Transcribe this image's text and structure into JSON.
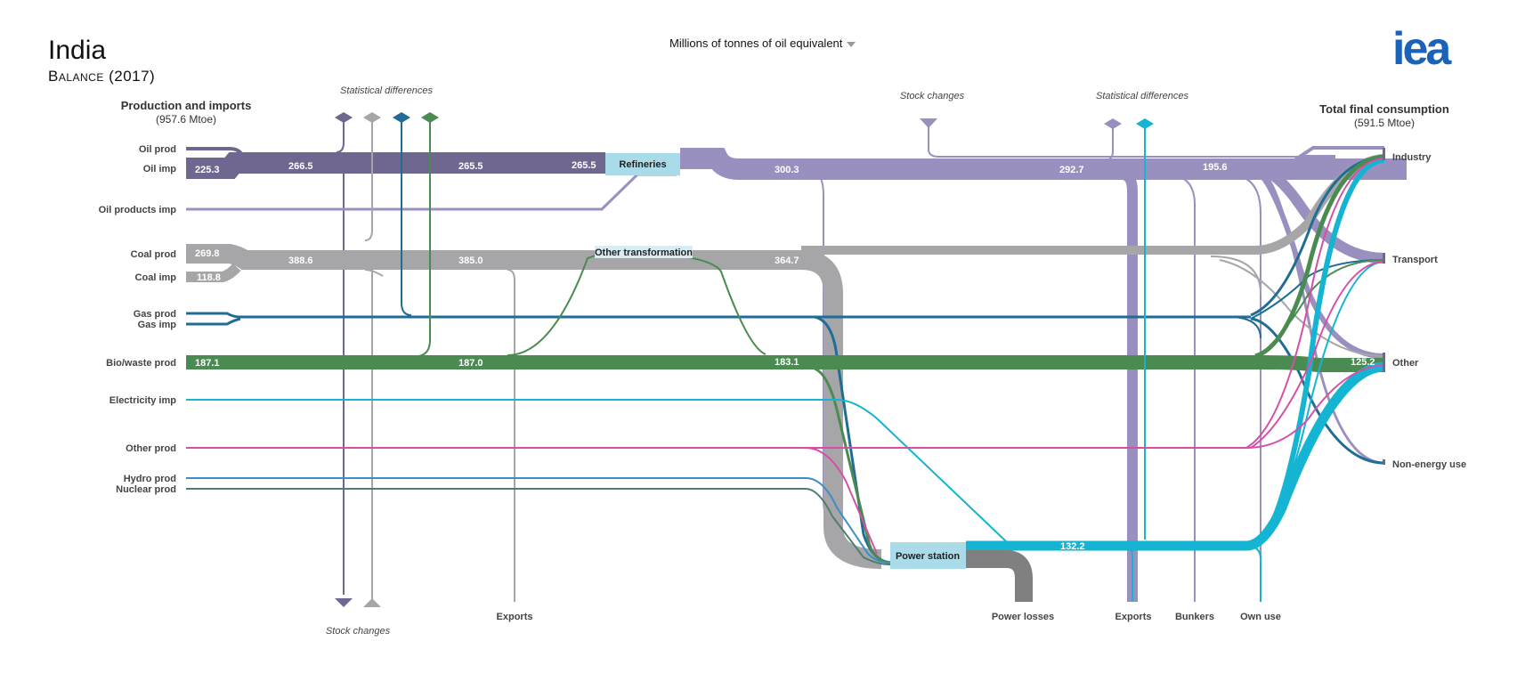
{
  "header": {
    "title": "India",
    "subtitle": "Balance (2017)",
    "unit_selector": "Millions of tonnes of oil equivalent",
    "logo_text": "iea"
  },
  "colors": {
    "oil": "#6f6790",
    "oil_light": "#9187b5",
    "oil_products": "#9a90bf",
    "coal": "#a6a6a8",
    "gas": "#1f6d96",
    "bio": "#4a8b51",
    "electricity": "#14b4d2",
    "other": "#d64fa6",
    "hydro": "#3a8fc4",
    "nuclear": "#4f7e6f",
    "power_loss": "#808080",
    "node_fill": "#aadbe8"
  },
  "left_panel": {
    "heading": "Production and imports",
    "total": "(957.6 Mtoe)",
    "sources": [
      {
        "id": "oil-prod",
        "label": "Oil prod"
      },
      {
        "id": "oil-imp",
        "label": "Oil imp"
      },
      {
        "id": "oil-products-imp",
        "label": "Oil products imp"
      },
      {
        "id": "coal-prod",
        "label": "Coal prod"
      },
      {
        "id": "coal-imp",
        "label": "Coal imp"
      },
      {
        "id": "gas-prod",
        "label": "Gas prod"
      },
      {
        "id": "gas-imp",
        "label": "Gas imp"
      },
      {
        "id": "bio-prod",
        "label": "Bio/waste prod"
      },
      {
        "id": "electricity-imp",
        "label": "Electricity imp"
      },
      {
        "id": "other-prod",
        "label": "Other prod"
      },
      {
        "id": "hydro-prod",
        "label": "Hydro prod"
      },
      {
        "id": "nuclear-prod",
        "label": "Nuclear prod"
      }
    ]
  },
  "right_panel": {
    "heading": "Total final consumption",
    "total": "(591.5 Mtoe)",
    "sinks": [
      {
        "id": "industry",
        "label": "Industry"
      },
      {
        "id": "transport",
        "label": "Transport"
      },
      {
        "id": "other",
        "label": "Other"
      },
      {
        "id": "non-energy-use",
        "label": "Non-energy use"
      }
    ]
  },
  "nodes": {
    "refineries": "Refineries",
    "other_transformation": "Other transformation",
    "power_station": "Power station"
  },
  "annotations": {
    "statistical_differences_left": "Statistical differences",
    "stock_changes_bottom": "Stock changes",
    "stock_changes_top": "Stock  changes",
    "statistical_differences_right": "Statistical differences",
    "exports_coal": "Exports",
    "power_losses": "Power losses",
    "exports_oil": "Exports",
    "bunkers": "Bunkers",
    "own_use": "Own use"
  },
  "flow_values": {
    "oil_imp": "225.3",
    "oil_1": "266.5",
    "oil_2": "265.5",
    "oil_3": "265.5",
    "oil_products_1": "300.3",
    "oil_products_2": "292.7",
    "oil_products_3": "195.6",
    "coal_prod": "269.8",
    "coal_imp": "118.8",
    "coal_1": "388.6",
    "coal_2": "385.0",
    "coal_3": "364.7",
    "bio_1": "187.1",
    "bio_2": "187.0",
    "bio_3": "183.1",
    "bio_4": "125.2",
    "electricity": "132.2"
  }
}
